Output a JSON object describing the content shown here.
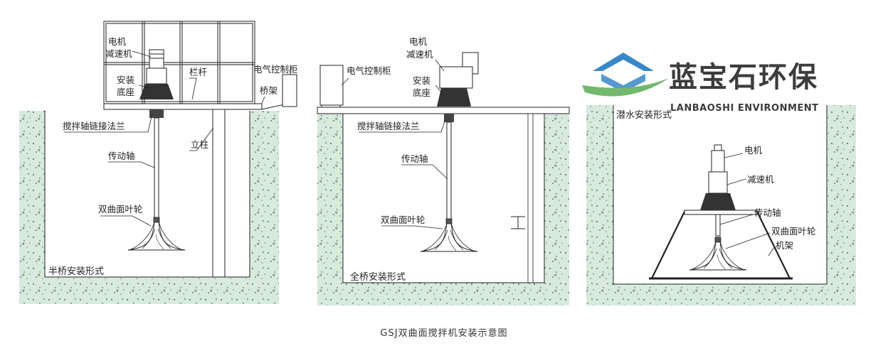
{
  "caption": "GSJ双曲面搅拌机安装示意图",
  "colors": {
    "concrete": "#d7eadc",
    "line": "#222222",
    "brand_blue": "#3a87c8",
    "brand_green": "#72b86d",
    "brand_text": "#3c3c3c"
  },
  "watermark": {
    "brand_cn": "蓝宝石环保",
    "brand_en": "LANBAOSHI ENVIRONMENT"
  },
  "panels": {
    "half_bridge": {
      "title": "半桥安装形式",
      "labels": {
        "motor": "电机",
        "reducer": "减速机",
        "railing": "栏杆",
        "control_cabinet": "电气控制柜",
        "mount_1": "安装",
        "mount_2": "底座",
        "bridge": "桥架",
        "flange": "搅拌轴链接法兰",
        "shaft": "传动轴",
        "column": "立柱",
        "impeller": "双曲面叶轮"
      }
    },
    "full_bridge": {
      "title": "全桥安装形式",
      "labels": {
        "motor": "电机",
        "reducer": "减速机",
        "control_cabinet": "电气控制柜",
        "mount_1": "安装",
        "mount_2": "底座",
        "flange": "搅拌轴链接法兰",
        "shaft": "传动轴",
        "impeller": "双曲面叶轮"
      }
    },
    "submersible": {
      "title": "潜水安装形式",
      "labels": {
        "motor": "电机",
        "reducer": "减速机",
        "shaft": "传动轴",
        "impeller": "双曲面叶轮",
        "frame": "机架"
      }
    }
  }
}
